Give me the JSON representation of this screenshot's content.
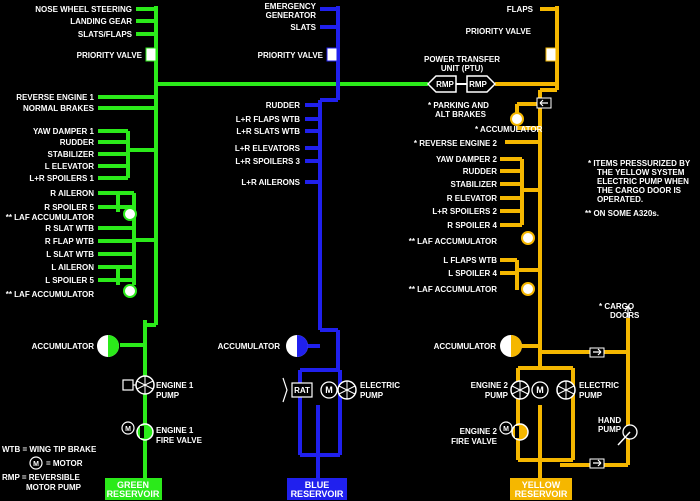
{
  "colors": {
    "green": "#2bea1a",
    "blue": "#2020ee",
    "yellow": "#f5b700",
    "background": "#000000",
    "text": "#ffffff"
  },
  "green": {
    "top_users": [
      "NOSE WHEEL STEERING",
      "LANDING GEAR",
      "SLATS/FLAPS"
    ],
    "priority_valve": "PRIORITY VALVE",
    "upper_users": [
      "REVERSE ENGINE 1",
      "NORMAL BRAKES"
    ],
    "flight_controls": [
      "YAW DAMPER 1",
      "RUDDER",
      "STABILIZER",
      "L ELEVATOR",
      "L+R SPOILERS 1"
    ],
    "wing_group": [
      "R AILERON",
      "R SPOILER 5",
      "** LAF ACCUMULATOR",
      "R SLAT WTB",
      "R FLAP WTB",
      "L SLAT WTB",
      "L AILERON",
      "L SPOILER 5",
      "** LAF ACCUMULATOR"
    ],
    "accumulator": "ACCUMULATOR",
    "engine_pump": [
      "ENGINE 1",
      "PUMP"
    ],
    "fire_valve": [
      "ENGINE 1",
      "FIRE VALVE"
    ],
    "reservoir": [
      "GREEN",
      "RESERVOIR"
    ]
  },
  "blue": {
    "top_users": [
      "EMERGENCY",
      "GENERATOR",
      "SLATS"
    ],
    "priority_valve": "PRIORITY VALVE",
    "users": [
      "RUDDER",
      "L+R FLAPS WTB",
      "L+R SLATS WTB",
      "L+R ELEVATORS",
      "L+R SPOILERS 3",
      "L+R AILERONS"
    ],
    "accumulator": "ACCUMULATOR",
    "rat": "RAT",
    "electric_pump": [
      "ELECTRIC",
      "PUMP"
    ],
    "reservoir": [
      "BLUE",
      "RESERVOIR"
    ]
  },
  "yellow": {
    "top_users": [
      "FLAPS"
    ],
    "priority_valve": "PRIORITY VALVE",
    "ptu": [
      "POWER TRANSFER",
      "UNIT (PTU)"
    ],
    "rmp": "RMP",
    "parking": [
      "* PARKING AND",
      "ALT BRAKES"
    ],
    "accumulator_upper": "* ACCUMULATOR",
    "reverse": "* REVERSE ENGINE 2",
    "flight_controls": [
      "YAW DAMPER 2",
      "RUDDER",
      "STABILIZER",
      "R ELEVATOR",
      "L+R SPOILERS 2",
      "R SPOILER 4"
    ],
    "laf1": "** LAF ACCUMULATOR",
    "lower_group": [
      "L FLAPS WTB",
      "L SPOILER 4"
    ],
    "laf2": "** LAF ACCUMULATOR",
    "accumulator": "ACCUMULATOR",
    "cargo": [
      "* CARGO",
      "DOORS"
    ],
    "engine_pump": [
      "ENGINE 2",
      "PUMP"
    ],
    "electric_pump": [
      "ELECTRIC",
      "PUMP"
    ],
    "fire_valve": [
      "ENGINE 2",
      "FIRE VALVE"
    ],
    "hand_pump": [
      "HAND",
      "PUMP"
    ],
    "reservoir": [
      "YELLOW",
      "RESERVOIR"
    ]
  },
  "notes": {
    "star": [
      "* ITEMS PRESSURIZED BY",
      "THE YELLOW SYSTEM",
      "ELECTRIC PUMP WHEN",
      "THE CARGO DOOR IS",
      "OPERATED."
    ],
    "double_star": "** ON SOME A320s."
  },
  "legend": {
    "wtb": "WTB = WING TIP BRAKE",
    "motor_symbol": "M",
    "motor": "= MOTOR",
    "rmp": [
      "RMP = REVERSIBLE",
      "MOTOR PUMP"
    ]
  }
}
